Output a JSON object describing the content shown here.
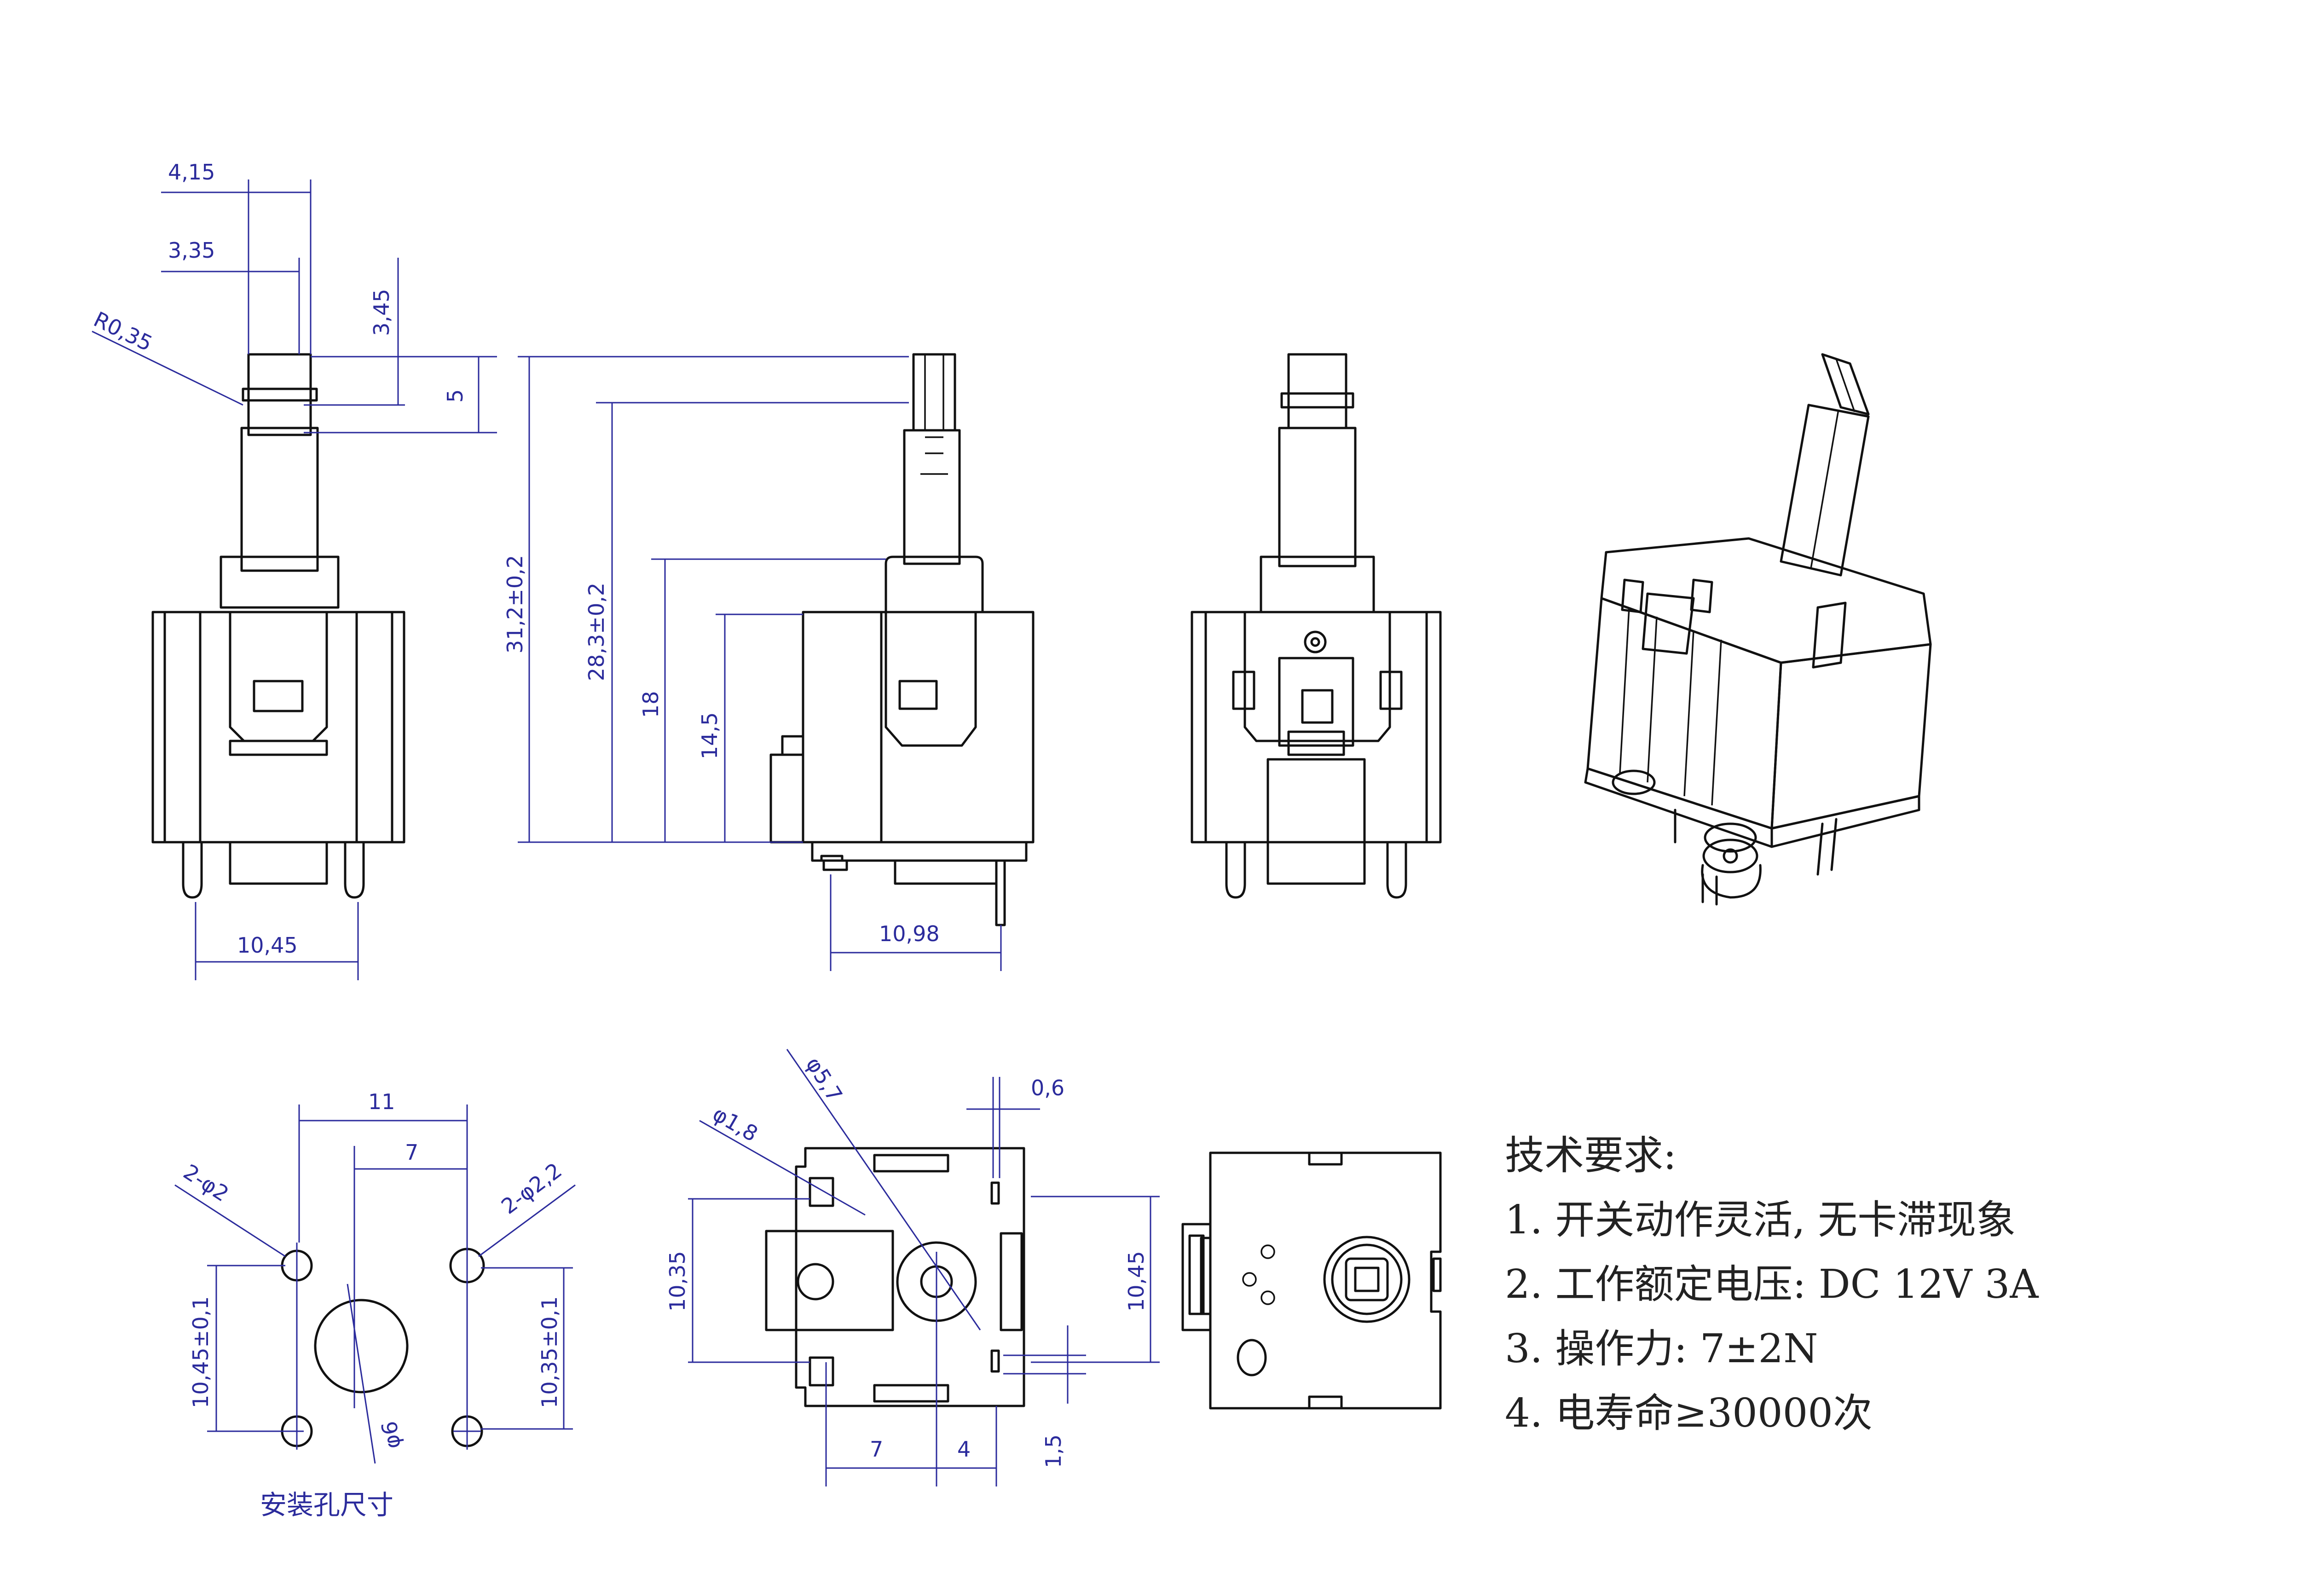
{
  "dimensions": {
    "d_4_15": "4,15",
    "d_3_35": "3,35",
    "d_3_45": "3,45",
    "d_5": "5",
    "d_r0_35": "R0,35",
    "d_31_2": "31,2±0,2",
    "d_28_3": "28,3±0,2",
    "d_18": "18",
    "d_14_5": "14,5",
    "d_10_45_front": "10,45",
    "d_10_98": "10,98",
    "d_11": "11",
    "d_7_top": "7",
    "d_2_phi2": "2-φ2",
    "d_2_phi2_2": "2-φ2,2",
    "d_10_45_tol": "10,45±0,1",
    "d_10_35_tol": "10,35±0,1",
    "d_phi6": "φ6",
    "d_phi1_8": "φ1,8",
    "d_phi5_7": "φ5,7",
    "d_0_6": "0,6",
    "d_10_35": "10,35",
    "d_10_45_bottom": "10,45",
    "d_7_bottom": "7",
    "d_4": "4",
    "d_1_5": "1,5"
  },
  "mounting_label": "安装孔尺寸",
  "requirements": {
    "title": "技术要求:",
    "items": [
      "1. 开关动作灵活, 无卡滞现象",
      "2. 工作额定电压: DC 12V 3A",
      "3. 操作力: 7±2N",
      "4. 电寿命≥30000次"
    ]
  },
  "colors": {
    "dimension": "#2b2b9c",
    "outline": "#111111",
    "text": "#222222"
  }
}
